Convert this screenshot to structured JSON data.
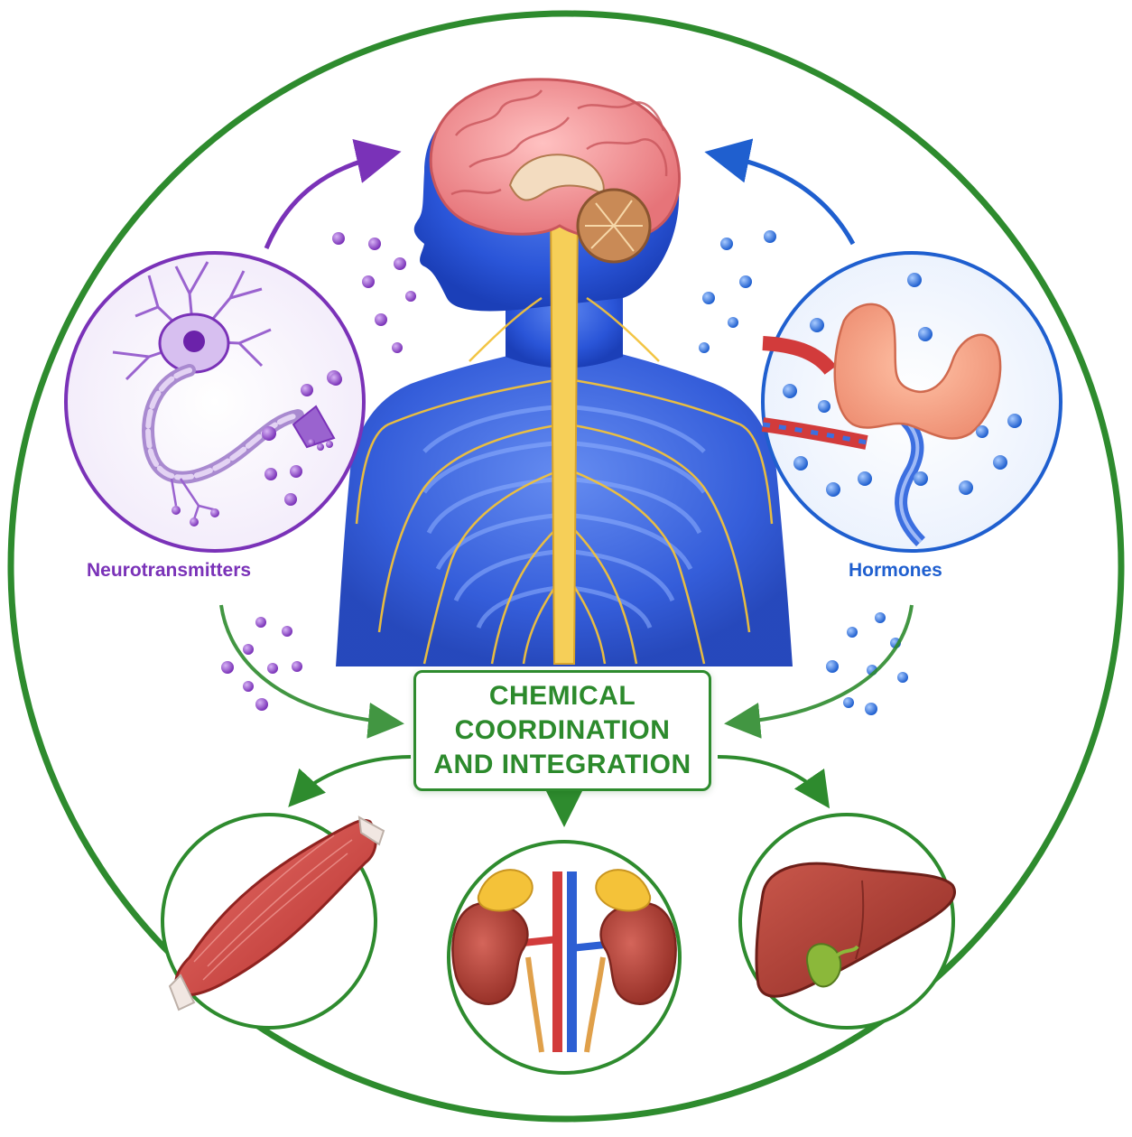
{
  "diagram": {
    "title_lines": [
      "CHEMICAL",
      "COORDINATION",
      "AND INTEGRATION"
    ],
    "left_label": "Neurotransmitters",
    "right_label": "Hormones",
    "nodes": [
      {
        "id": "neuron",
        "depicts": "neuron-with-synapse"
      },
      {
        "id": "body",
        "depicts": "human-nervous-system-with-brain-and-spinal-cord"
      },
      {
        "id": "thyroid",
        "depicts": "thyroid-gland-with-blood-vessels"
      },
      {
        "id": "muscle",
        "depicts": "skeletal-muscle"
      },
      {
        "id": "kidneys",
        "depicts": "kidneys-with-adrenal-glands"
      },
      {
        "id": "liver",
        "depicts": "liver-with-gallbladder"
      }
    ],
    "colors": {
      "outer_ring": "#2e8b2e",
      "neuro_accent": "#7a32b8",
      "hormone_accent": "#1f5fcf",
      "title_text": "#2c8a2c",
      "body_blue": "#2a55d8",
      "nerve_yellow": "#f2c23a",
      "brain_pink": "#f08a8e",
      "organ_red": "#c0433a"
    }
  }
}
